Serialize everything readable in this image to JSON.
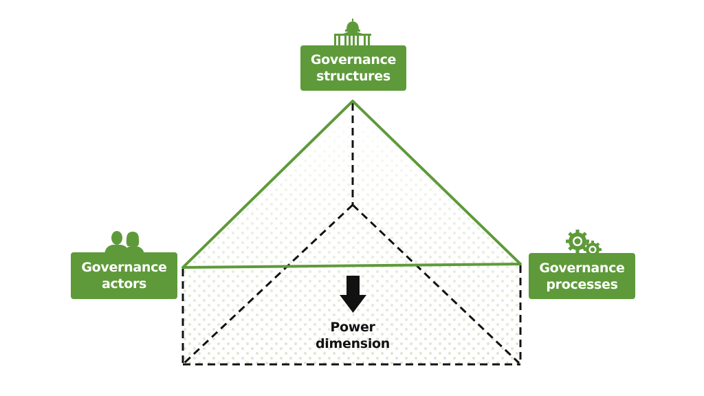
{
  "diagram": {
    "type": "pyramid-governance-framework",
    "colors": {
      "accent": "#5e9a3a",
      "dashed_line": "#111111",
      "dot_pattern": "#dfe6cf",
      "box_text": "#ffffff"
    },
    "nodes": {
      "top": {
        "line1": "Governance",
        "line2": "structures",
        "icon": "capitol-building-icon"
      },
      "left": {
        "line1": "Governance",
        "line2": "actors",
        "icon": "people-icon"
      },
      "right": {
        "line1": "Governance",
        "line2": "processes",
        "icon": "gears-icon"
      }
    },
    "center": {
      "line1": "Power",
      "line2": "dimension",
      "icon": "arrow-down-icon"
    }
  }
}
